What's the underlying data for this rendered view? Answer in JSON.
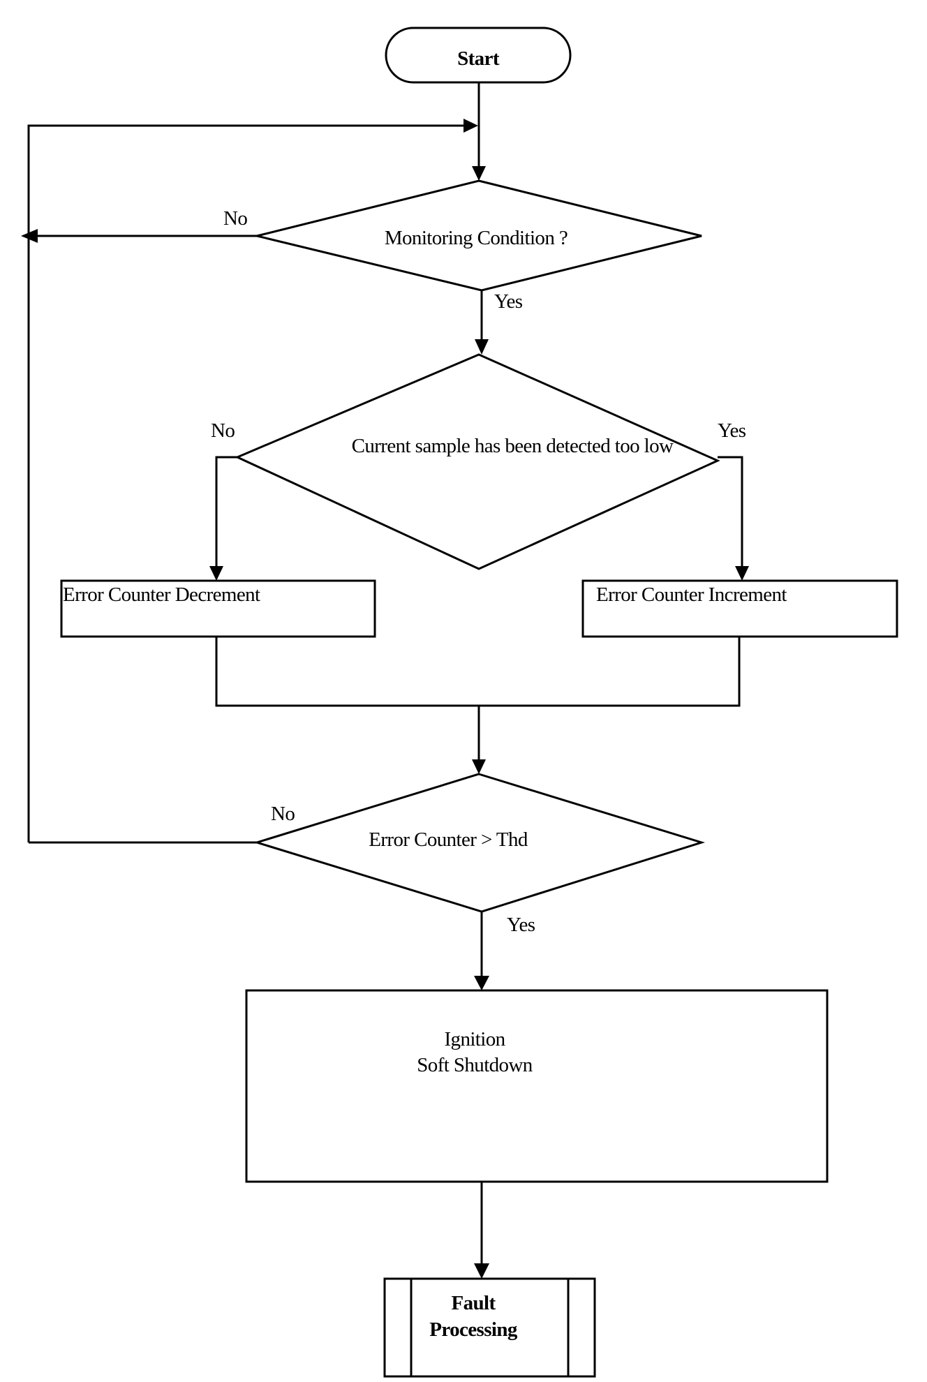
{
  "nodes": {
    "start": "Start",
    "monitoring_condition": "Monitoring Condition ?",
    "current_sample_check": "Current sample has been detected too low",
    "error_counter_decrement": "Error Counter Decrement",
    "error_counter_increment": "Error Counter Increment",
    "error_counter_threshold": "Error Counter >  Thd",
    "ignition_line1": "Ignition",
    "ignition_line2": "Soft Shutdown",
    "fault_line1": "Fault",
    "fault_line2": "Processing"
  },
  "edge_labels": {
    "monitoring_no": "No",
    "monitoring_yes": "Yes",
    "sample_no": "No",
    "sample_yes": "Yes",
    "threshold_no": "No",
    "threshold_yes": "Yes"
  }
}
